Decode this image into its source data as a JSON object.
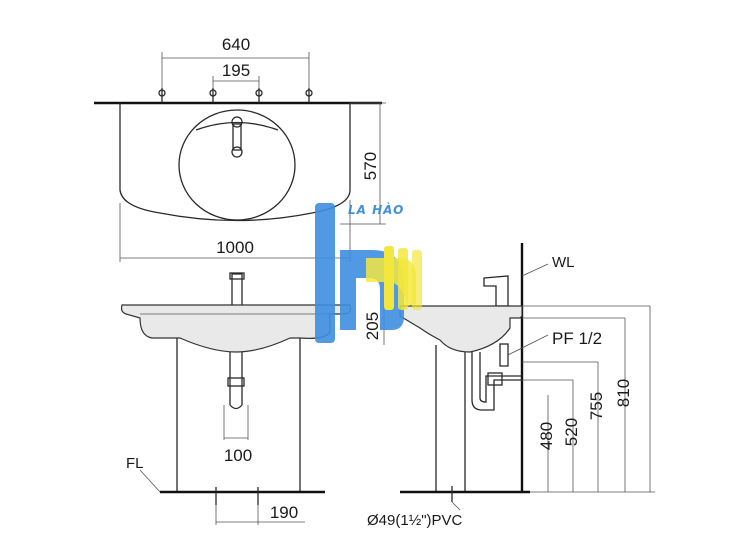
{
  "top_view": {
    "dim_tap_span": "640",
    "dim_fixing": "195",
    "dim_depth": "570",
    "dim_width": "1000"
  },
  "front_view": {
    "label_floor": "FL",
    "dim_trap": "100",
    "dim_feet": "190"
  },
  "side_view": {
    "label_wall": "WL",
    "dim_basin_depth": "205",
    "label_fitting": "PF 1/2",
    "dim_outlet": "480",
    "dim_outlet2": "520",
    "dim_supply": "755",
    "dim_rim": "810",
    "label_pipe": "Ø49(1½\")PVC"
  },
  "watermark": {
    "text": "LA HÀO",
    "color_blue": "#3f8fe0",
    "color_yellow": "#f2e52a"
  }
}
